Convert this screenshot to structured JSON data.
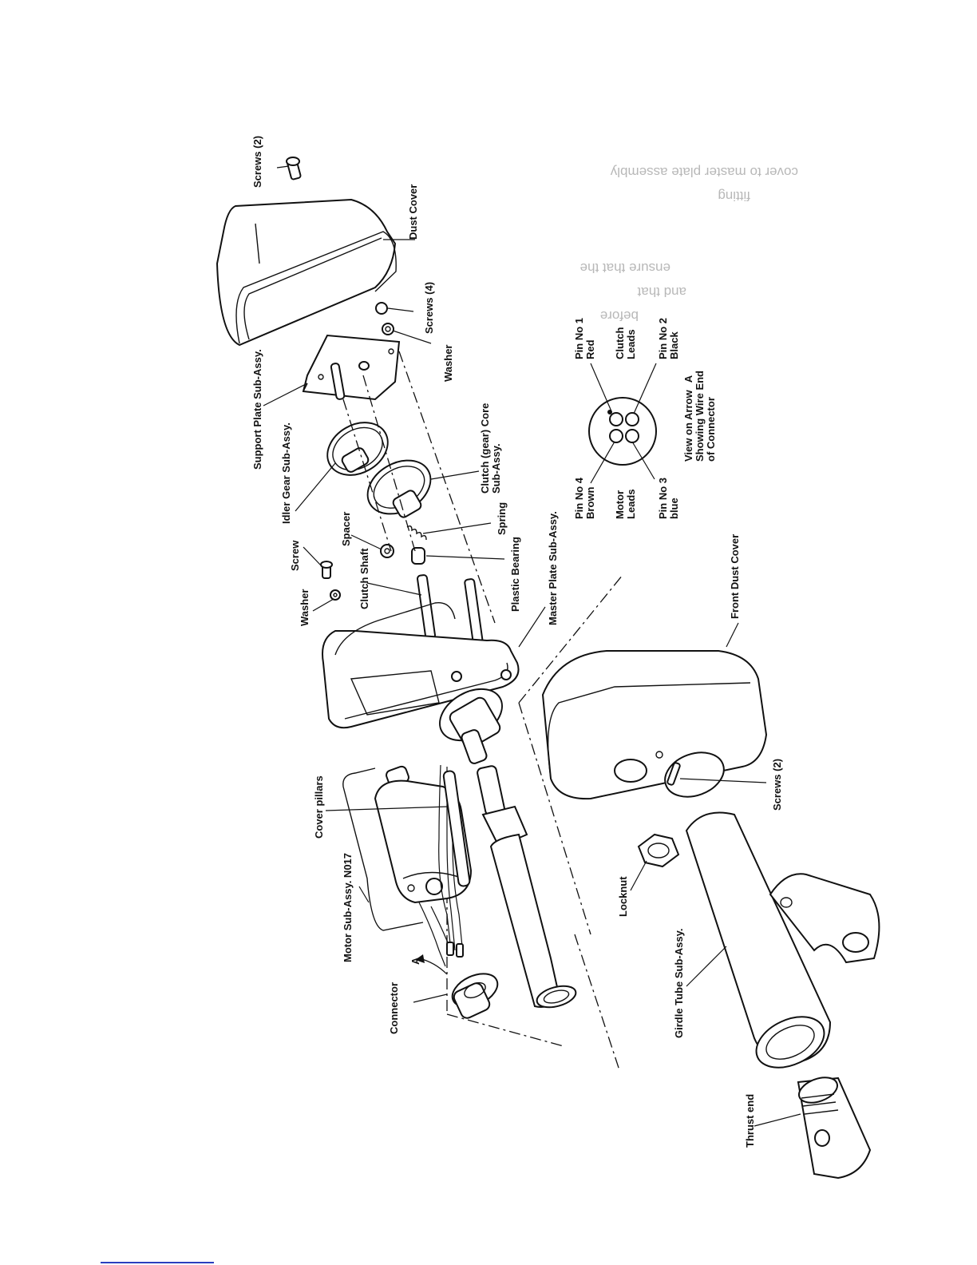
{
  "diagram": {
    "labels": {
      "screws_2_top": "Screws (2)",
      "dust_cover": "Dust Cover",
      "screws_4": "Screws (4)",
      "washer_right": "Washer",
      "support_plate": "Support Plate Sub-Assy.",
      "idler_gear": "Idler Gear Sub-Assy.",
      "clutch_core": "Clutch (gear) Core",
      "clutch_core_2": "Sub-Assy.",
      "spring": "Spring",
      "spacer": "Spacer",
      "screw": "Screw",
      "washer_left": "Washer",
      "clutch_shaft": "Clutch Shaft",
      "plastic_bearing": "Plastic Bearing",
      "master_plate": "Master Plate Sub-Assy.",
      "front_dust_cover": "Front Dust Cover",
      "cover_pillars": "Cover pillars",
      "motor": "Motor Sub-Assy. N017",
      "connector": "Connector",
      "arrow_a": "A",
      "screws_2_bottom": "Screws (2)",
      "locknut": "Locknut",
      "girdle_tube": "Girdle Tube Sub-Assy.",
      "thrust_end": "Thrust end"
    },
    "connector_view": {
      "pin1": "Pin No 1",
      "pin1_color": "Red",
      "clutch_leads_1": "Clutch",
      "clutch_leads_2": "Leads",
      "pin2": "Pin No 2",
      "pin2_color": "Black",
      "pin4": "Pin No 4",
      "pin4_color": "Brown",
      "motor_leads_1": "Motor",
      "motor_leads_2": "Leads",
      "pin3": "Pin No 3",
      "pin3_color": "blue",
      "caption_1": "View on Arrow",
      "caption_arrow": "A",
      "caption_2": "Showing Wire End",
      "caption_3": "of Connector"
    },
    "bleed_through": {
      "line1": "cover to master plate assembly",
      "line2": "fitting",
      "line3": "ensure that the",
      "line4": "and that",
      "line5": "before"
    }
  }
}
